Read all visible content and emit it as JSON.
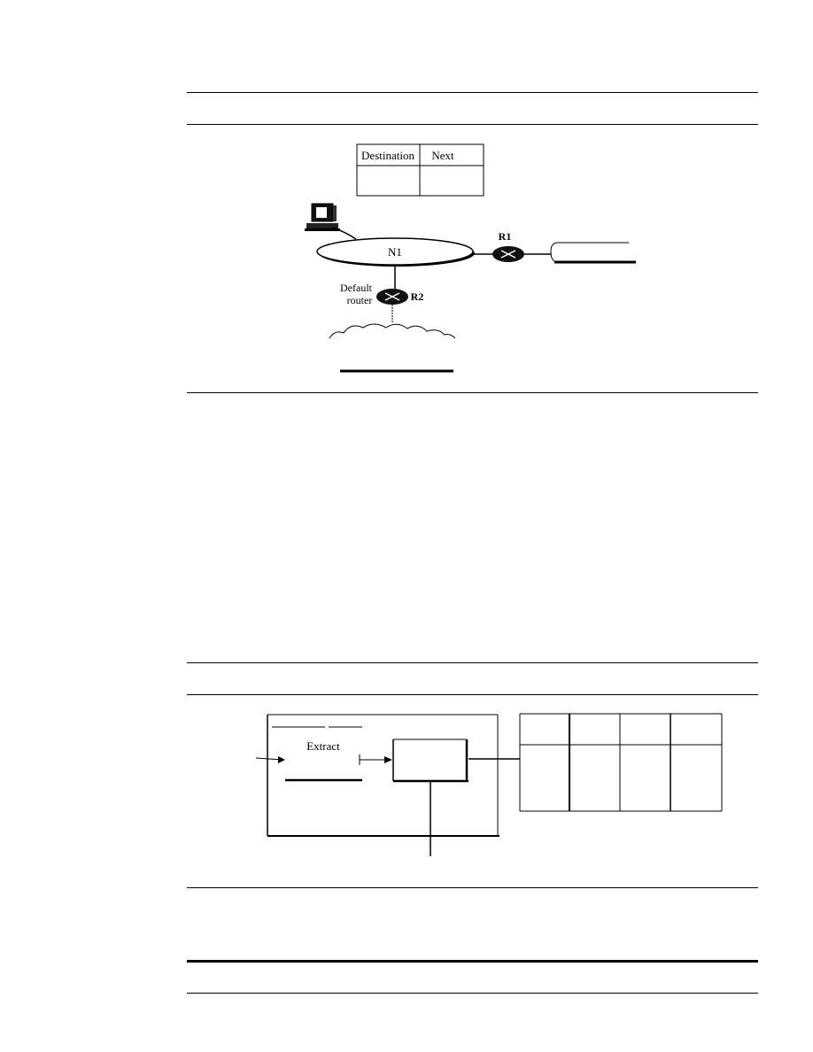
{
  "figure1": {
    "table_header": [
      "Destination",
      "Next"
    ],
    "network_label": "N1",
    "router1_label": "R1",
    "router2_label": "R2",
    "default_router_label_line1": "Default",
    "default_router_label_line2": "router"
  },
  "figure2": {
    "extract_label": "Extract"
  }
}
